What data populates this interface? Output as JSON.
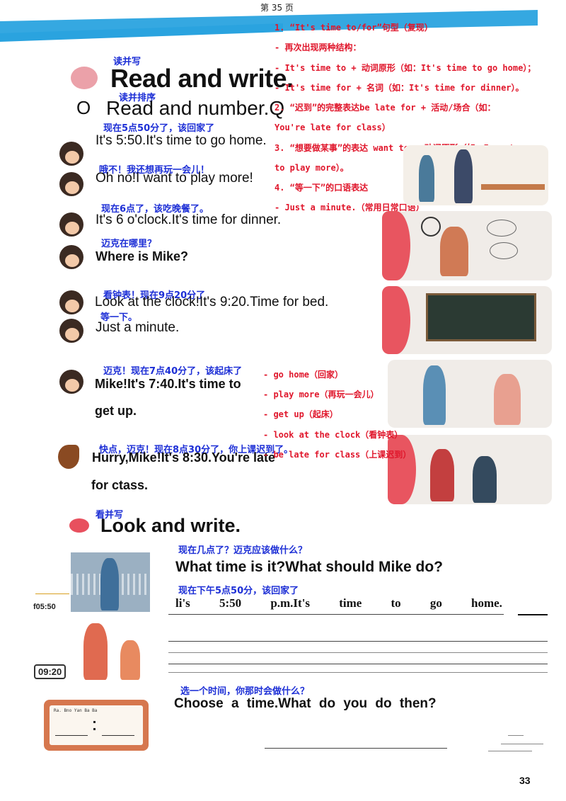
{
  "page_header": "第 35 页",
  "page_number": "33",
  "colors": {
    "banner": "#2aa3df",
    "accent_red": "#e85560",
    "annotation_blue": "#1d2fd6",
    "note_red": "#e0162b"
  },
  "section1": {
    "cn_title": "读并写",
    "title": "Read and write.",
    "cn_subtitle": "读并排序",
    "subtitle": "Read and number.Q",
    "bullet": "O"
  },
  "dialogue": [
    {
      "cn": "现在5点50分了，该回家了",
      "en": "It's 5:50.It's time to go home."
    },
    {
      "cn": "哦不！我还想再玩一会儿！",
      "en": "Oh no!I want to play more!"
    },
    {
      "cn": "现在6点了，该吃晚餐了。",
      "en": "It's 6 o'clock.It's time for dinner."
    },
    {
      "cn": "迈克在哪里？",
      "en": "Where is Mike?"
    },
    {
      "cn": "看钟表！现在9点20分了",
      "en": "Look at the clock!It's 9:20.Time for bed."
    },
    {
      "cn": "等一下。",
      "en": "Just a minute."
    },
    {
      "cn": "迈克！现在7点40分了，该起床了",
      "en": "Mike!It's 7:40.It's time to",
      "en2": "get up."
    },
    {
      "cn": "快点，迈克！现在8点30分了，你上课迟到了。",
      "en": "Hurry,Mike!It's 8:30.You're late",
      "en2": "for ctass."
    }
  ],
  "notes_top": [
    "1.  “It's time to/for”句型（复现）",
    "- 再次出现两种结构：",
    "- It's time to + 动词原形（如：It's time to go home）；",
    "- It's time for + 名词（如：It's time for dinner）。",
    "2. “迟到”的完整表达be late for + 活动/场合（如：",
    "You're late for class）",
    "3.  “想要做某事”的表达 want to + 动词原形（如：I want",
    "to play more）。",
    "4.  “等一下”的口语表达",
    "- Just a minute.（常用日常口语）"
  ],
  "notes_mid": [
    "- go home（回家）",
    "- play more（再玩一会儿）",
    "- get up（起床）",
    "- look at the clock（看钟表）",
    "- be late for class（上课迟到）"
  ],
  "section2": {
    "cn_title": "看并写",
    "title": "Look and write.",
    "q1_cn": "现在几点了？迈克应该做什么？",
    "q1": "What time is it?What should Mike do?",
    "a1_cn": "现在下午5点50分，该回家了",
    "a1_words": [
      "li's",
      "5:50",
      "p.m.It's",
      "time",
      "to",
      "go",
      "home."
    ],
    "clock1": "f05:50",
    "clock2": "09:20",
    "q2_cn": "选一个时间，你那时会做什么？",
    "q2": "Choose a time.What do you do then?",
    "board_label": "Ra. Bno Yan Ba Ba"
  }
}
